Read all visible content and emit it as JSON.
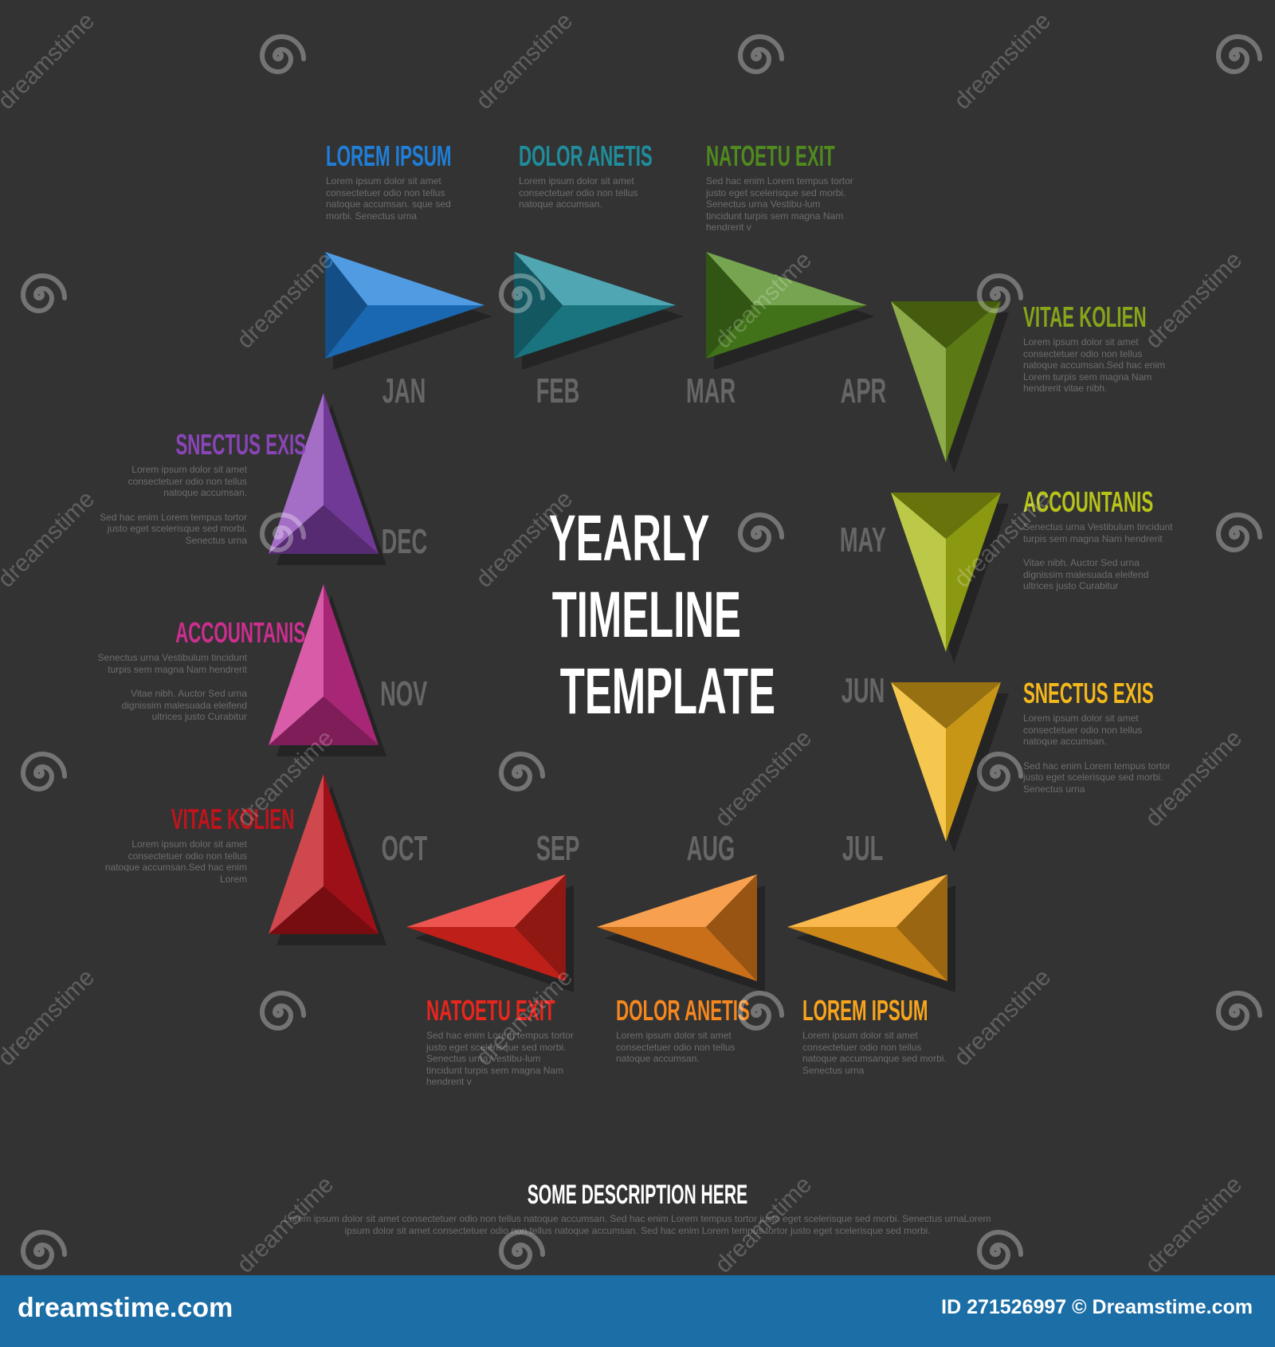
{
  "title": {
    "line1": "YEARLY",
    "line2": "TIMELINE",
    "line3": "TEMPLATE"
  },
  "months": [
    "JAN",
    "FEB",
    "MAR",
    "APR",
    "MAY",
    "JUN",
    "JUL",
    "AUG",
    "SEP",
    "OCT",
    "NOV",
    "DEC"
  ],
  "colors": {
    "background": "#333333",
    "jan": "#1f7fd8",
    "feb": "#1f8d9c",
    "mar": "#4f8a1e",
    "apr": "#6f9418",
    "may": "#a9ba14",
    "jun": "#f4b71c",
    "jul": "#f8a51c",
    "aug": "#f5871e",
    "sep": "#e8261e",
    "oct": "#c0141c",
    "nov": "#cd2e90",
    "dec": "#8a45b7"
  },
  "blocks": {
    "jan": {
      "heading": "LOREM IPSUM",
      "text1": "Lorem ipsum dolor sit amet consectetuer odio non tellus natoque accumsan. sque sed morbi. Senectus urna",
      "text2": ""
    },
    "feb": {
      "heading": "DOLOR ANETIS",
      "text1": "Lorem ipsum dolor sit amet consectetuer odio non tellus natoque accumsan.",
      "text2": ""
    },
    "mar": {
      "heading": "NATOETU EXIT",
      "text1": "Sed hac enim Lorem tempus tortor justo eget scelerisque sed morbi. Senectus urna Vestibu-lum tincidunt turpis sem magna Nam hendrerit v",
      "text2": ""
    },
    "apr": {
      "heading": "VITAE KOLIEN",
      "text1": "Lorem ipsum dolor sit amet consectetuer odio non tellus natoque accumsan.Sed hac enim Lorem turpis sem magna Nam hendrerit vitae nibh.",
      "text2": ""
    },
    "may": {
      "heading": "ACCOUNTANIS",
      "text1": "Senectus urna Vestibulum tincidunt turpis sem magna Nam hendrerit",
      "text2": "Vitae nibh. Auctor Sed urna dignissim malesuada eleifend ultrices justo Curabitur"
    },
    "jun": {
      "heading": "SNECTUS EXIS",
      "text1": "Lorem ipsum dolor sit amet consectetuer odio non tellus natoque accumsan.",
      "text2": "Sed hac enim Lorem tempus tortor justo eget scelerisque sed morbi. Senectus urna"
    },
    "jul": {
      "heading": "LOREM IPSUM",
      "text1": "Lorem ipsum dolor sit amet consectetuer odio non tellus natoque accumsanque sed morbi. Senectus urna",
      "text2": ""
    },
    "aug": {
      "heading": "DOLOR ANETIS",
      "text1": "Lorem ipsum dolor sit amet consectetuer odio non tellus natoque accumsan.",
      "text2": ""
    },
    "sep": {
      "heading": "NATOETU EXIT",
      "text1": "Sed hac enim Lorem tempus tortor justo eget scelerisque sed morbi. Senectus urna Vestibu-lum tincidunt turpis sem magna Nam hendrerit v",
      "text2": ""
    },
    "oct": {
      "heading": "VITAE KOLIEN",
      "text1": "Lorem ipsum dolor sit amet consectetuer odio non tellus natoque accumsan.Sed hac enim Lorem",
      "text2": ""
    },
    "nov": {
      "heading": "ACCOUNTANIS",
      "text1": "Senectus urna Vestibulum tincidunt turpis sem magna Nam hendrerit",
      "text2": "Vitae nibh. Auctor Sed urna dignissim malesuada eleifend ultrices justo Curabitur"
    },
    "dec": {
      "heading": "SNECTUS EXIS",
      "text1": "Lorem ipsum dolor sit amet consectetuer odio non tellus natoque accumsan.",
      "text2": "Sed hac enim Lorem tempus tortor justo eget scelerisque sed morbi. Senectus urna"
    }
  },
  "footer": {
    "heading": "SOME DESCRIPTION HERE",
    "text": "Lorem ipsum dolor sit amet consectetuer odio non tellus natoque accumsan. Sed hac enim Lorem tempus tortor justo eget scelerisque sed morbi. Senectus urnaLorem ipsum dolor sit amet consectetuer odio non tellus natoque accumsan. Sed hac enim Lorem tempus tortor justo eget scelerisque sed morbi."
  },
  "watermark": {
    "word": "dreamstime",
    "site": "dreamstime.com",
    "id": "ID 271526997 © Dreamstime.com",
    "icon": "spiral-icon"
  }
}
